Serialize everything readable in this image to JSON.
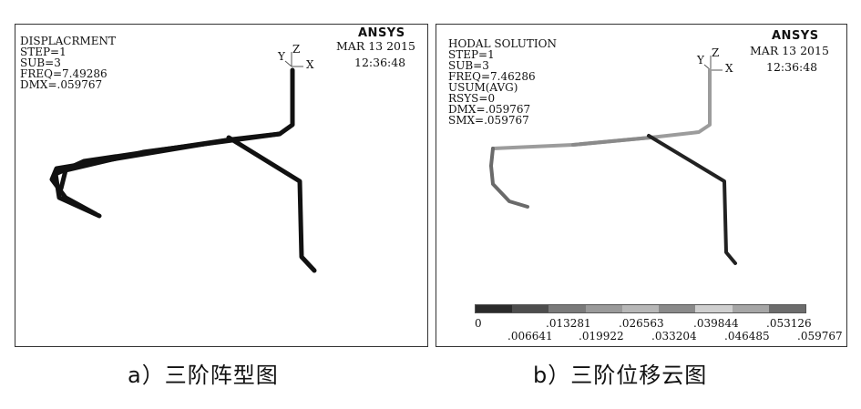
{
  "panel_a": {
    "info": [
      "DISPLACRMENT",
      "STEP=1",
      "SUB=3",
      "FREQ=7.49286",
      "DMX=.059767"
    ],
    "brand": "ANSYS",
    "date": "MAR 13 2015",
    "time": "12:36:48",
    "axes": {
      "y": "Y",
      "z": "Z",
      "x": "X"
    },
    "caption": "a）三阶阵型图"
  },
  "panel_b": {
    "info": [
      "HODAL SOLUTION",
      "STEP=1",
      "SUB=3",
      "FREQ=7.46286",
      "USUM(AVG)",
      "RSYS=0",
      "DMX=.059767",
      "SMX=.059767"
    ],
    "brand": "ANSYS",
    "date": "MAR 13 2015",
    "time": "12:36:48",
    "axes": {
      "y": "Y",
      "z": "Z",
      "x": "X"
    },
    "legend": {
      "top_labels": [
        "0",
        ".013281",
        ".026563",
        ".039844",
        ".053126"
      ],
      "bottom_labels": [
        ".006641",
        ".019922",
        ".033204",
        ".046485",
        ".059767"
      ],
      "colors": [
        "#2a2a2a",
        "#4d4d4d",
        "#7a7a7a",
        "#9a9a9a",
        "#b7b7b7",
        "#8a8a8a",
        "#cfcfcf",
        "#a6a6a6",
        "#6c6c6c"
      ]
    },
    "caption": "b）三阶位移云图"
  },
  "colors": {
    "structure_dark": "#111111",
    "structure_mid": "#6a6a6a",
    "structure_light": "#9c9c9c"
  }
}
